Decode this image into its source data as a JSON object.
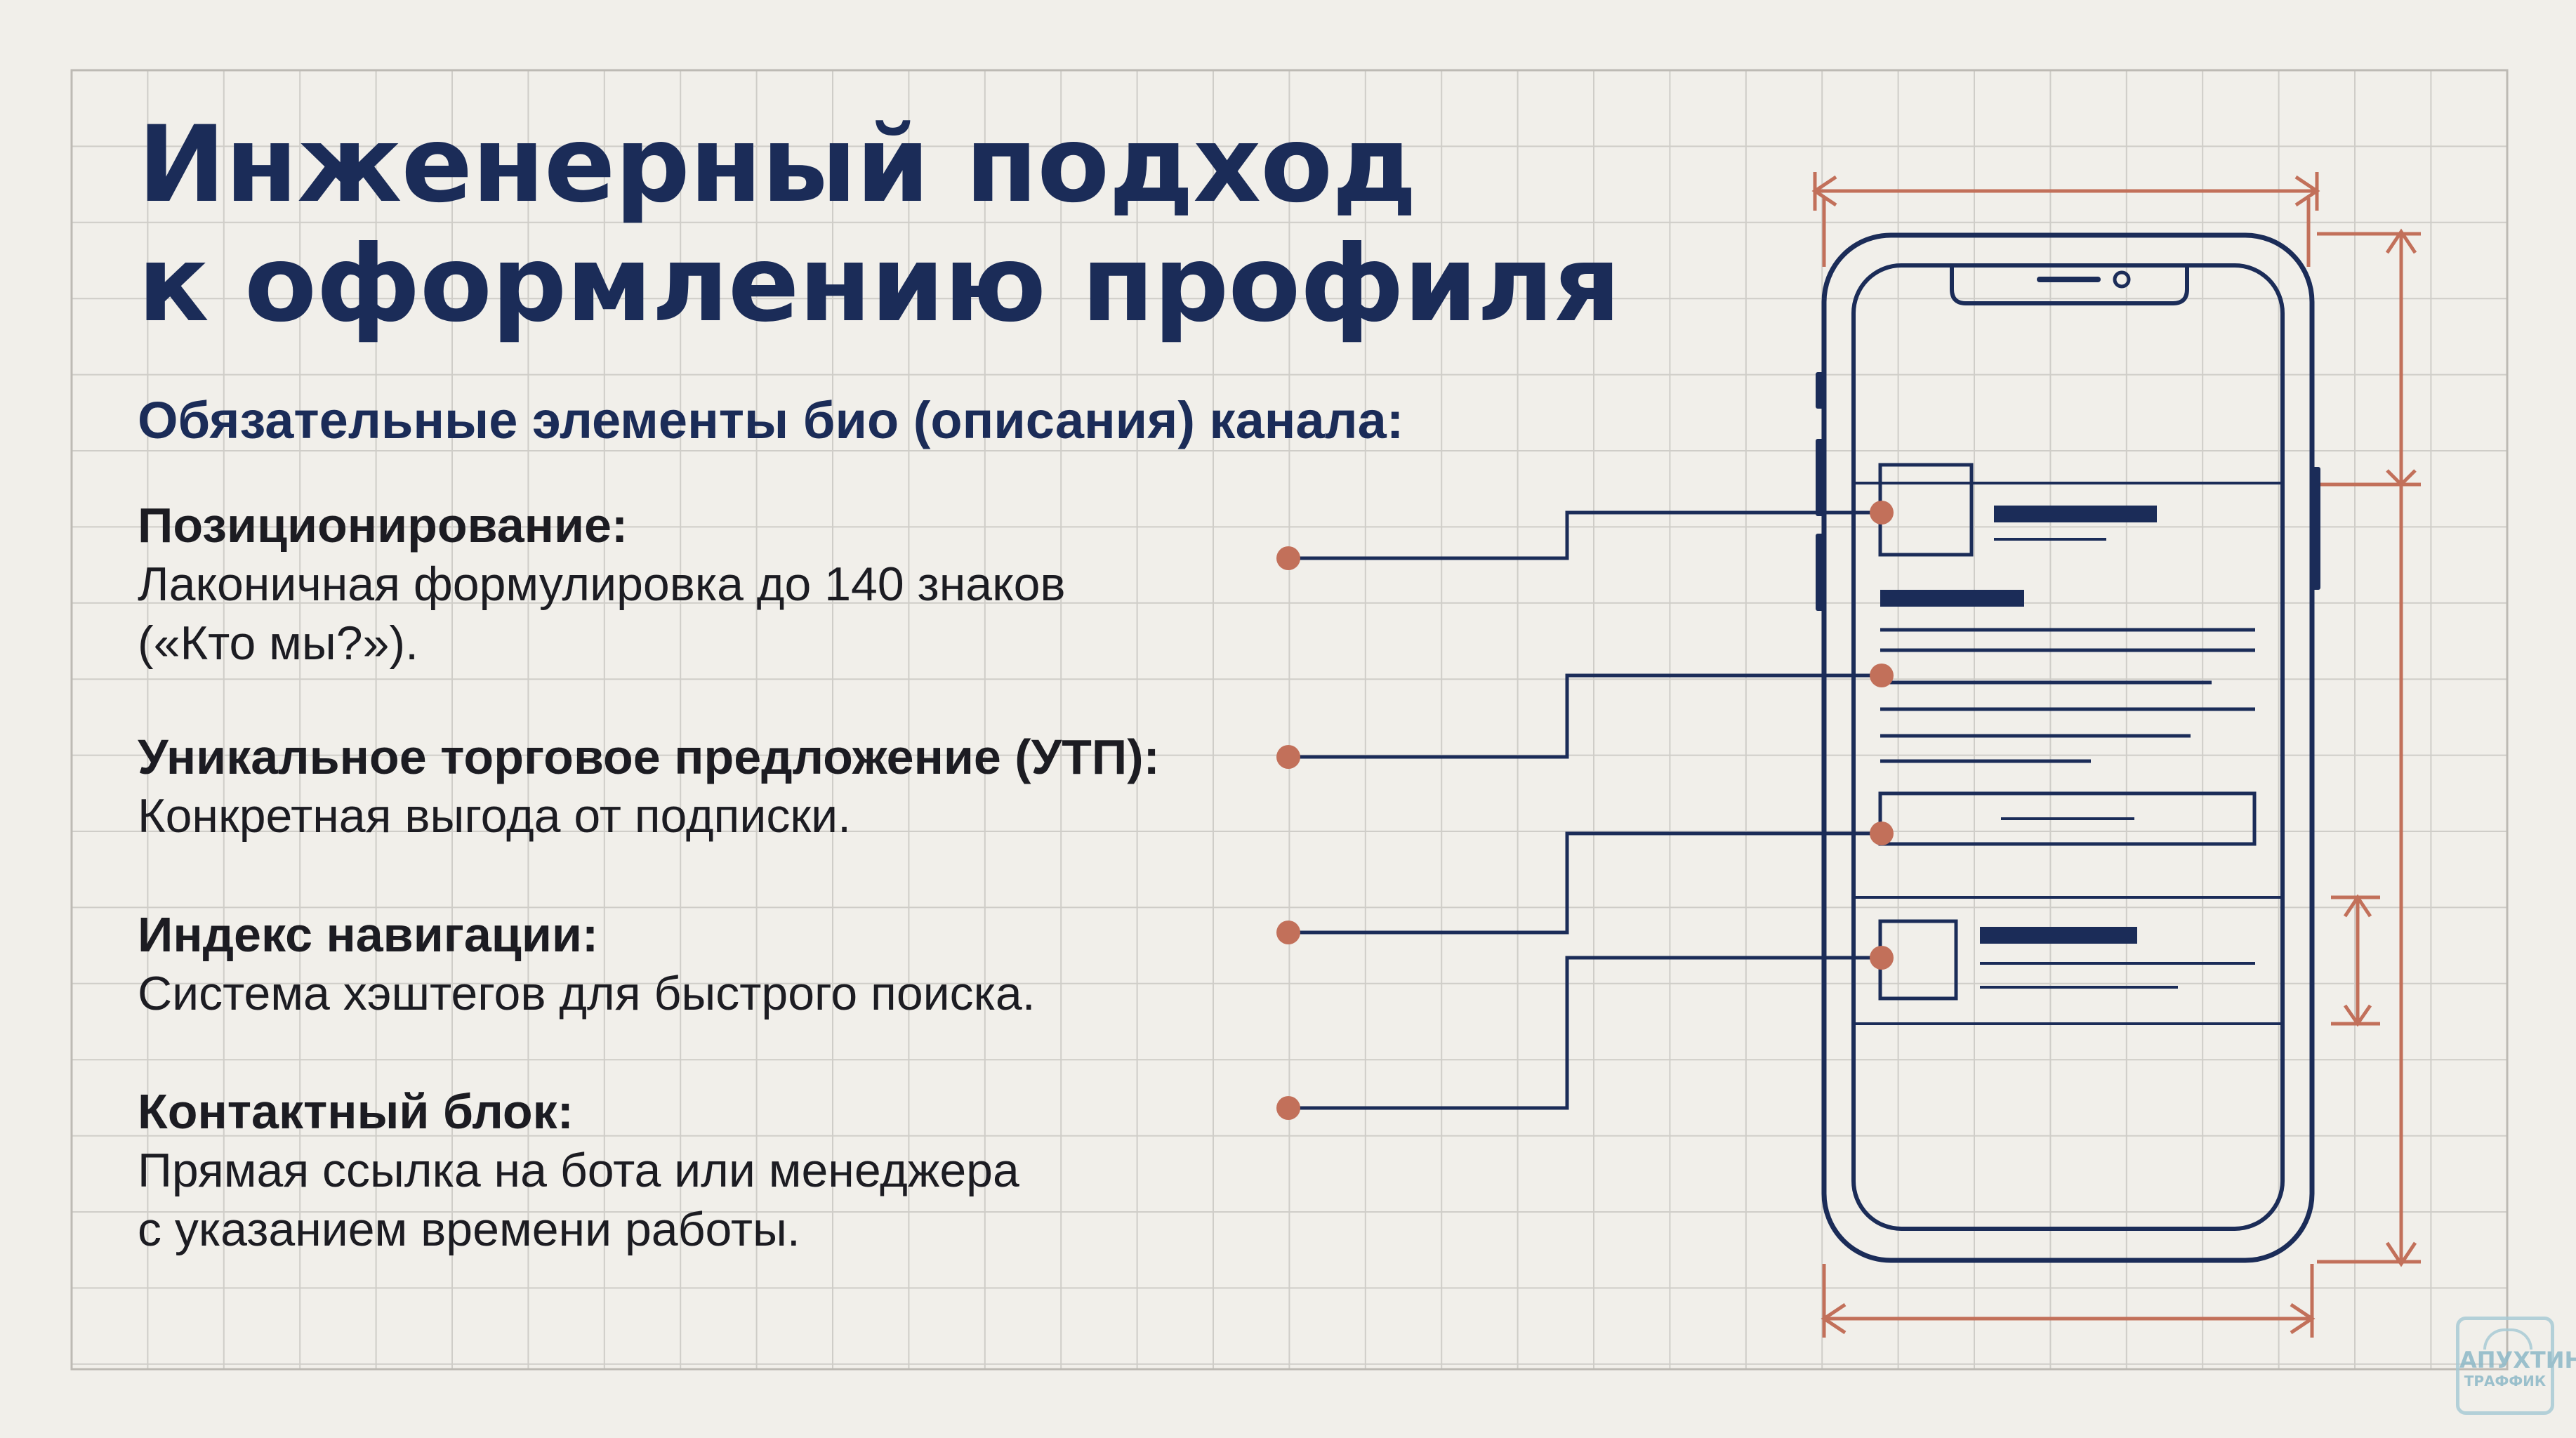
{
  "title_lines": [
    "Инженерный подход",
    "к оформлению профиля"
  ],
  "subtitle": "Обязательные элементы био (описания) канала:",
  "items": [
    {
      "heading": "Позиционирование:",
      "text": "Лаконичная формулировка до 140 знаков\n(«Кто мы?»)."
    },
    {
      "heading": "Уникальное торговое предложение (УТП):",
      "text": "Конкретная выгода от подписки."
    },
    {
      "heading": "Индекс навигации:",
      "text": "Система хэштегов для быстрого поиска."
    },
    {
      "heading": "Контактный блок:",
      "text": "Прямая ссылка на бота или менеджера\nс указанием времени работы."
    }
  ],
  "logo": {
    "line1": "АПУХТИН",
    "line2": "ТРАФФИК"
  },
  "colors": {
    "background": "#f1efea",
    "navy": "#1b2c58",
    "accent": "#c2705a",
    "grid": "#cfcdc8"
  }
}
